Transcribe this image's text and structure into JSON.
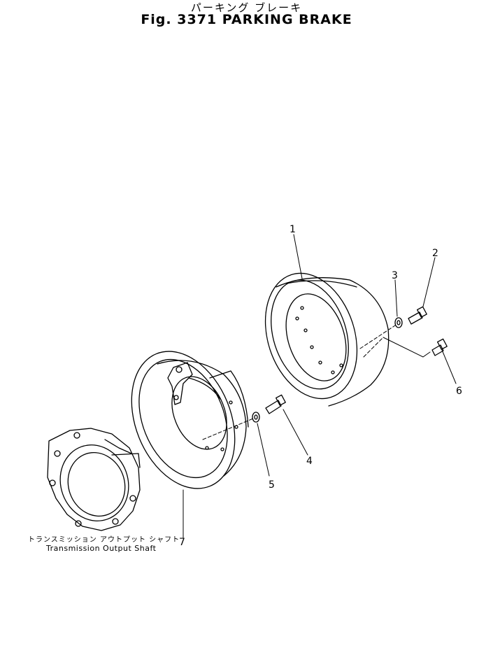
{
  "title": {
    "japanese": "パーキング ブレーキ",
    "english": "Fig. 3371 PARKING BRAKE"
  },
  "callouts": [
    "1",
    "2",
    "3",
    "4",
    "5",
    "6",
    "7"
  ],
  "caption": {
    "japanese": "トランスミッション アウトプット シャフト",
    "english": "Transmission Output Shaft"
  }
}
